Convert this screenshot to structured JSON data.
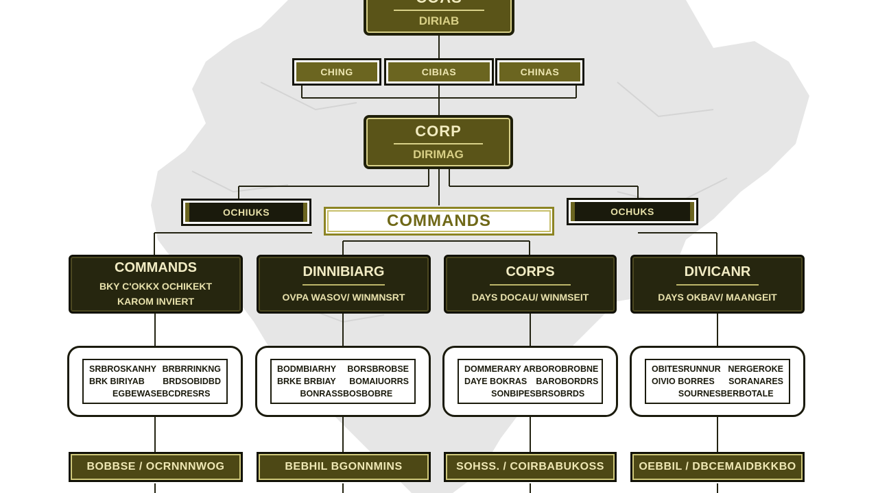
{
  "diagram": {
    "top": {
      "title": "COAS",
      "subtitle": "DIRIAB"
    },
    "tabs_row1": [
      {
        "label": "CHING",
        "style": "olive"
      },
      {
        "label": "CIBIAS",
        "style": "olive"
      },
      {
        "label": "CHINAS",
        "style": "olive"
      }
    ],
    "corp": {
      "title": "CORP",
      "subtitle": "DIRIMAG"
    },
    "tabs_row2": [
      {
        "label": "OCHIUKS",
        "style": "dark"
      },
      {
        "label": "OCHUKS",
        "style": "dark"
      }
    ],
    "banner": {
      "label": "COMMANDS"
    },
    "level2": [
      {
        "title": "COMMANDS",
        "line1": "BKY C'OKKX OCHIKEKT",
        "line2": "KAROM   INVIERT"
      },
      {
        "title": "DINNIBIARG",
        "line1": "OVPA WASOV/  WINMNSRT",
        "line2": ""
      },
      {
        "title": "CORPS",
        "line1": "DAYS DOCAU/  WINMSEIT",
        "line2": ""
      },
      {
        "title": "DIVICANR",
        "line1": "DAYS OKBAV/  MAANGEIT",
        "line2": ""
      }
    ],
    "details": [
      {
        "rows": [
          [
            "SRBROSKANHY",
            "BRBRRINKNG"
          ],
          [
            "BRK BIRIYAB",
            "BRDSOBIDBD"
          ],
          [
            "EGBEWAS",
            "EBCDRESRS"
          ]
        ]
      },
      {
        "rows": [
          [
            "BODMBIARHY",
            "BORSBROBSE"
          ],
          [
            "BRKE BRBIAY",
            "BOMAIUORRS"
          ],
          [
            "BONRASS",
            "BOSBOBRE"
          ]
        ]
      },
      {
        "rows": [
          [
            "DOMMERARY AR",
            "BOROBROBNE"
          ],
          [
            "DAYE BOKRAS",
            "BAROBORDRS"
          ],
          [
            "SONBIPES",
            "BRSOBRDS"
          ]
        ]
      },
      {
        "rows": [
          [
            "OBITESRUNNUR",
            "NERGEROKE"
          ],
          [
            "OIVIO BORRES",
            "SORANARES"
          ],
          [
            "SOURNES",
            "BERBOTALE"
          ]
        ]
      }
    ],
    "bars": [
      {
        "label": "BOBBSE / OCRNNNWOG"
      },
      {
        "label": "BEBHIL  BGONNMINS"
      },
      {
        "label": "SOHSS. / COIRBABUKOSS"
      },
      {
        "label": "OEBBIL / DBCEMAIDBKKBO"
      }
    ]
  }
}
